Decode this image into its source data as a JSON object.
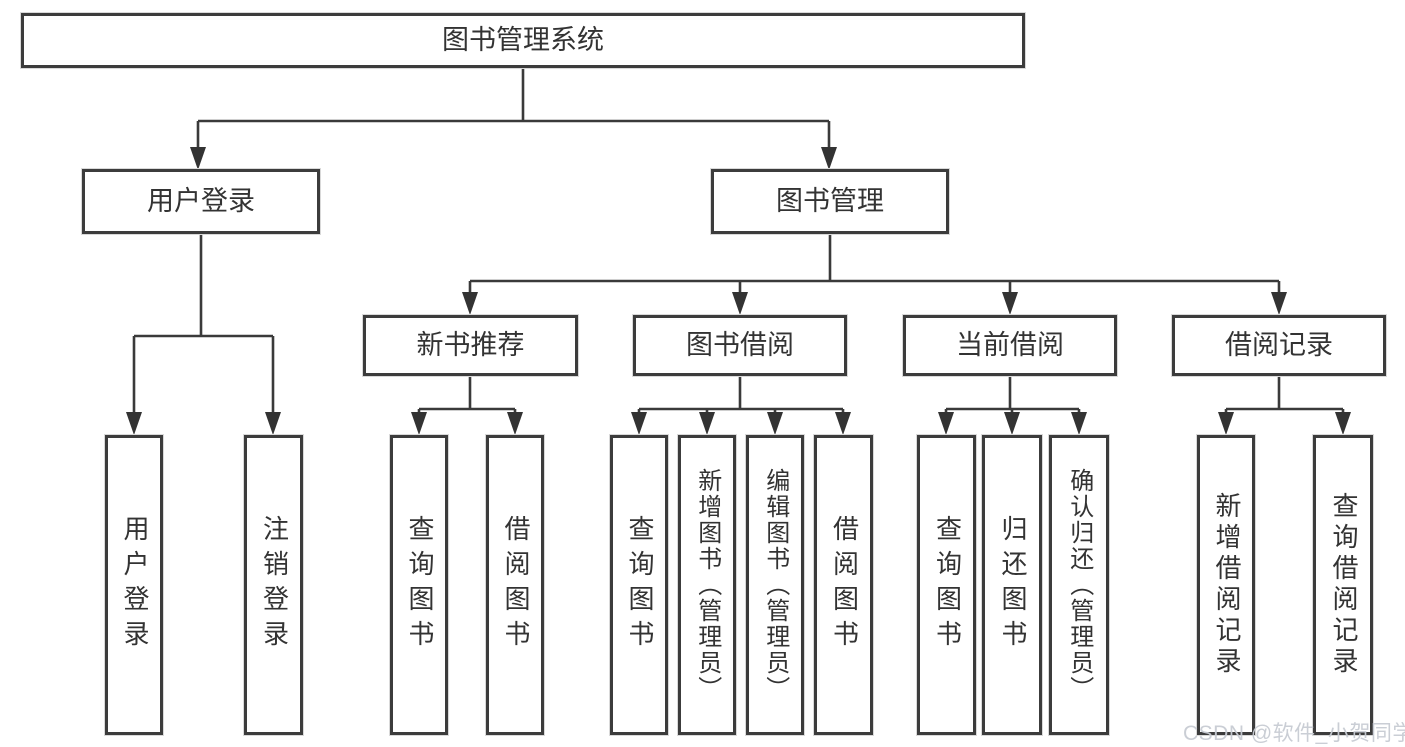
{
  "nodes": {
    "root": "图书管理系统",
    "user_login": "用户登录",
    "book_mgmt": "图书管理",
    "new_books": "新书推荐",
    "book_borrow": "图书借阅",
    "current_borrow": "当前借阅",
    "borrow_records": "借阅记录",
    "leaf_user_login": "用户登录",
    "leaf_logout": "注销登录",
    "leaf_query_1": "查询图书",
    "leaf_borrow_1": "借阅图书",
    "leaf_query_2": "查询图书",
    "leaf_add_admin": "新增图书（管理员）",
    "leaf_edit_admin": "编辑图书（管理员）",
    "leaf_borrow_2": "借阅图书",
    "leaf_query_3": "查询图书",
    "leaf_return": "归还图书",
    "leaf_confirm_admin": "确认归还（管理员）",
    "leaf_add_record": "新增借阅记录",
    "leaf_query_record": "查询借阅记录"
  },
  "hierarchy": {
    "图书管理系统": {
      "用户登录": [
        "用户登录",
        "注销登录"
      ],
      "图书管理": {
        "新书推荐": [
          "查询图书",
          "借阅图书"
        ],
        "图书借阅": [
          "查询图书",
          "新增图书（管理员）",
          "编辑图书（管理员）",
          "借阅图书"
        ],
        "当前借阅": [
          "查询图书",
          "归还图书",
          "确认归还（管理员）"
        ],
        "借阅记录": [
          "新增借阅记录",
          "查询借阅记录"
        ]
      }
    }
  },
  "watermark": {
    "text": "CSDN @软件_小贺同学"
  },
  "colors": {
    "line": "#3a3a3a",
    "box_border": "#3c3c3c",
    "text": "#333333",
    "watermark": "#c7cbd3",
    "background": "#ffffff"
  }
}
